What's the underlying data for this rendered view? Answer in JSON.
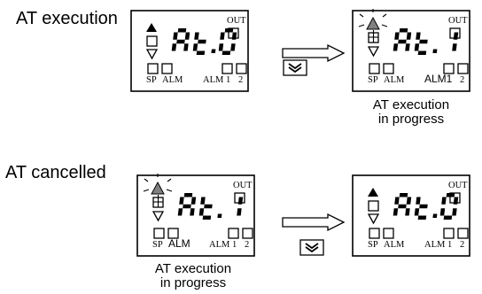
{
  "rows": [
    {
      "title": "AT execution",
      "before": {
        "display": "At.0",
        "out_label": "OUT",
        "sp_label": "SP",
        "alm_label": "ALM",
        "alm1_label": "ALM 1",
        "two_label": "2",
        "up_indicator_lit": true,
        "sp_lamp_blink": false
      },
      "after": {
        "display": "At.1",
        "out_label": "OUT",
        "sp_label": "SP",
        "alm_label": "ALM",
        "alm1_label": "ALM1",
        "two_label": "2",
        "up_indicator_lit": true,
        "up_indicator_blink": true,
        "caption_line1": "AT execution",
        "caption_line2": "in progress"
      },
      "key": "double-chevron-down"
    },
    {
      "title": "AT  cancelled",
      "before": {
        "display": "At.1",
        "out_label": "OUT",
        "sp_label": "SP",
        "alm_label": "ALM",
        "alm1_label": "ALM 1",
        "two_label": "2",
        "up_indicator_lit": true,
        "up_indicator_blink": true,
        "caption_line1": "AT execution",
        "caption_line2": "in progress"
      },
      "after": {
        "display": "At.0",
        "out_label": "OUT",
        "sp_label": "SP",
        "alm_label": "ALM",
        "alm1_label": "ALM 1",
        "two_label": "2",
        "up_indicator_lit": true,
        "up_indicator_blink": false
      },
      "key": "double-chevron-down"
    }
  ],
  "colors": {
    "line": "#000000",
    "lit": "#808080",
    "background": "#ffffff"
  }
}
